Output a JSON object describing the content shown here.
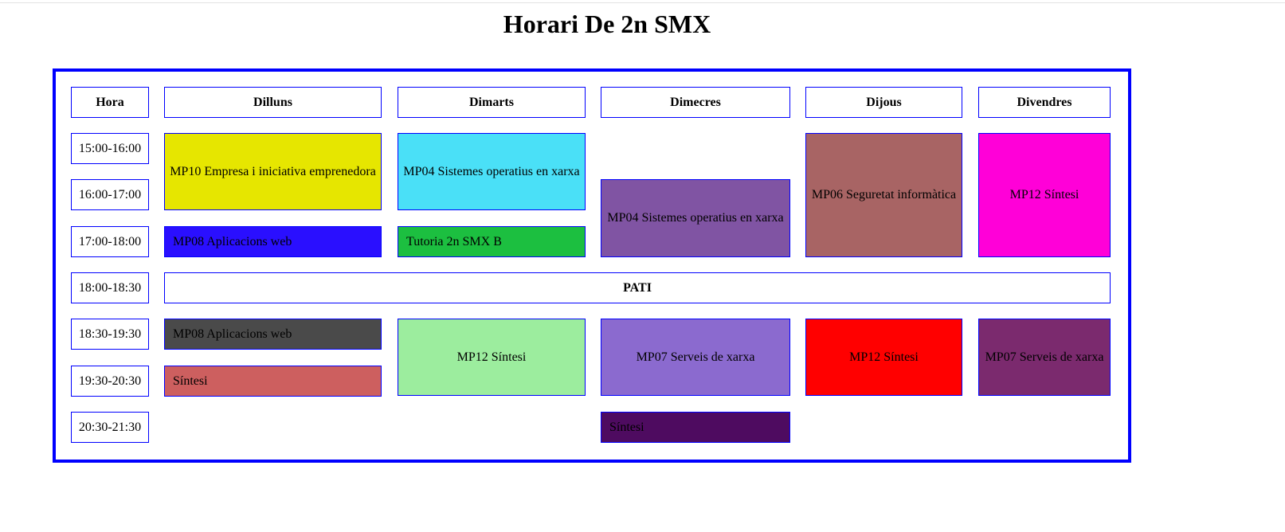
{
  "page": {
    "title": "Horari De 2n SMX"
  },
  "table": {
    "headers": [
      "Hora",
      "Dilluns",
      "Dimarts",
      "Dimecres",
      "Dijous",
      "Divendres"
    ],
    "times": [
      "15:00-16:00",
      "16:00-17:00",
      "17:00-18:00",
      "18:00-18:30",
      "18:30-19:30",
      "19:30-20:30",
      "20:30-21:30"
    ],
    "break_label": "PATI",
    "classes": [
      {
        "id": "mon-1",
        "label": "MP10 Empresa i iniciativa emprenedora",
        "color": "#e6e600"
      },
      {
        "id": "mon-2",
        "label": "MP08 Aplicacions web",
        "color": "#2a0fff"
      },
      {
        "id": "mon-3",
        "label": "MP08 Aplicacions web",
        "color": "#4a4a4a"
      },
      {
        "id": "mon-4",
        "label": "Síntesi",
        "color": "#cd5f5f"
      },
      {
        "id": "tue-1",
        "label": "MP04 Sistemes operatius en xarxa",
        "color": "#4ae0f7"
      },
      {
        "id": "tue-2",
        "label": "Tutoria 2n SMX B",
        "color": "#1cbf40"
      },
      {
        "id": "tue-3",
        "label": "MP12 Síntesi",
        "color": "#9ced9e"
      },
      {
        "id": "wed-1",
        "label": "MP04 Sistemes operatius en xarxa",
        "color": "#8054a3"
      },
      {
        "id": "wed-2",
        "label": "MP07 Serveis de xarxa",
        "color": "#8b6acf"
      },
      {
        "id": "wed-3",
        "label": "Síntesi",
        "color": "#4e0b60"
      },
      {
        "id": "thu-1",
        "label": "MP06 Seguretat informàtica",
        "color": "#a86464"
      },
      {
        "id": "thu-2",
        "label": "MP12 Síntesi",
        "color": "#ff0000"
      },
      {
        "id": "fri-1",
        "label": "MP12 Síntesi",
        "color": "#ff00d8"
      },
      {
        "id": "fri-2",
        "label": "MP07 Serveis de xarxa",
        "color": "#7b2a6e"
      }
    ]
  }
}
